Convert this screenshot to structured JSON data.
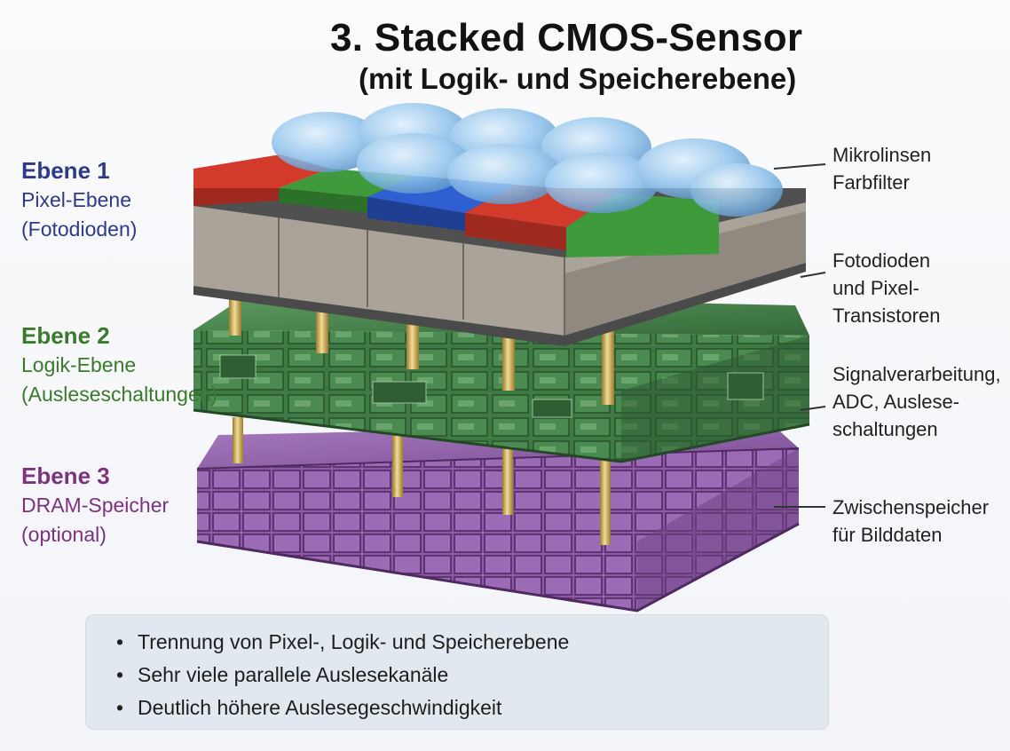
{
  "title": "3. Stacked CMOS-Sensor",
  "subtitle": "(mit Logik- und Speicherebene)",
  "layers": [
    {
      "head": "Ebene 1",
      "line1": "Pixel-Ebene",
      "line2": "(Fotodioden)",
      "color": "#2d3a8c"
    },
    {
      "head": "Ebene 2",
      "line1": "Logik-Ebene",
      "line2": "(Ausleseschaltungen)",
      "color": "#3a7a2e"
    },
    {
      "head": "Ebene 3",
      "line1": "DRAM-Speicher",
      "line2": "(optional)",
      "color": "#7a347f"
    }
  ],
  "callouts": [
    {
      "lines": [
        "Mikrolinsen",
        "Farbfilter"
      ]
    },
    {
      "lines": [
        "Fotodioden",
        "und Pixel-",
        "Transistoren"
      ]
    },
    {
      "lines": [
        "Signalverarbeitung,",
        "ADC, Auslese-",
        "schaltungen"
      ]
    },
    {
      "lines": [
        "Zwischenspeicher",
        "für Bilddaten"
      ]
    }
  ],
  "notes": [
    "Trennung von Pixel-, Logik- und Speicherebene",
    "Sehr viele parallele Auslesekanäle",
    "Deutlich höhere Auslesegeschwindigkeit"
  ],
  "colors": {
    "filter_red": "#d23b2b",
    "filter_green": "#3e9a3a",
    "filter_blue": "#2f5fd0",
    "pixel_layer": "#a9a39a",
    "logic_layer": "#3f7a45",
    "dram_layer": "#8a5aa3",
    "microlens": "#8fc2ec",
    "via": "#d6b768"
  }
}
